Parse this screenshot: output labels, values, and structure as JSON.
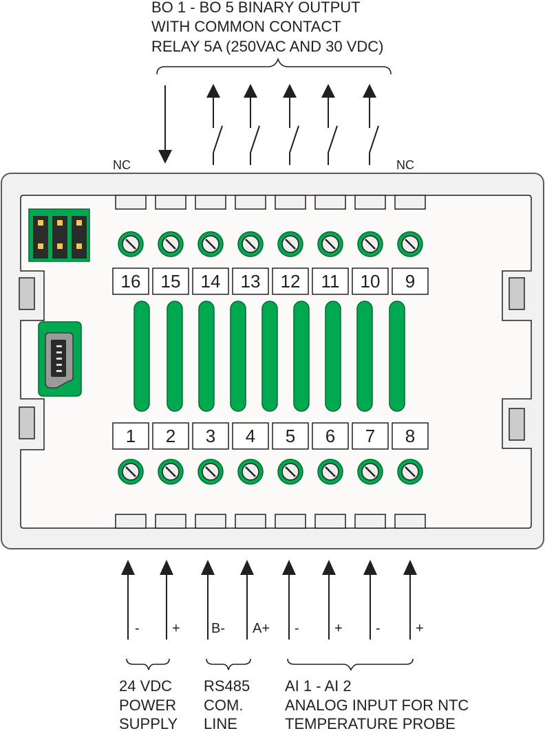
{
  "top_caption": [
    "BO 1 - BO 5 BINARY OUTPUT",
    "WITH COMMON CONTACT",
    "RELAY 5A (250VAC AND 30 VDC)"
  ],
  "nc_left": "NC",
  "nc_right": "NC",
  "top_terminals": [
    "16",
    "15",
    "14",
    "13",
    "12",
    "11",
    "10",
    "9"
  ],
  "bottom_terminals": [
    "1",
    "2",
    "3",
    "4",
    "5",
    "6",
    "7",
    "8"
  ],
  "bottom_signs": [
    "-",
    "+",
    "B-",
    "A+",
    "-",
    "+",
    "-",
    "+"
  ],
  "groups": [
    {
      "lines": [
        "24 VDC",
        "POWER",
        "SUPPLY"
      ]
    },
    {
      "lines": [
        "RS485",
        "COM.",
        "LINE"
      ]
    },
    {
      "lines": [
        "AI 1 - AI 2",
        "ANALOG INPUT FOR NTC",
        "TEMPERATURE PROBE"
      ]
    }
  ],
  "colors": {
    "green": "#00a84f",
    "dark_green": "#006b32",
    "outline": "#231f20",
    "housing": "#f1f1f1",
    "panel": "#fcfaf9",
    "slot_gray": "#cccccc"
  }
}
